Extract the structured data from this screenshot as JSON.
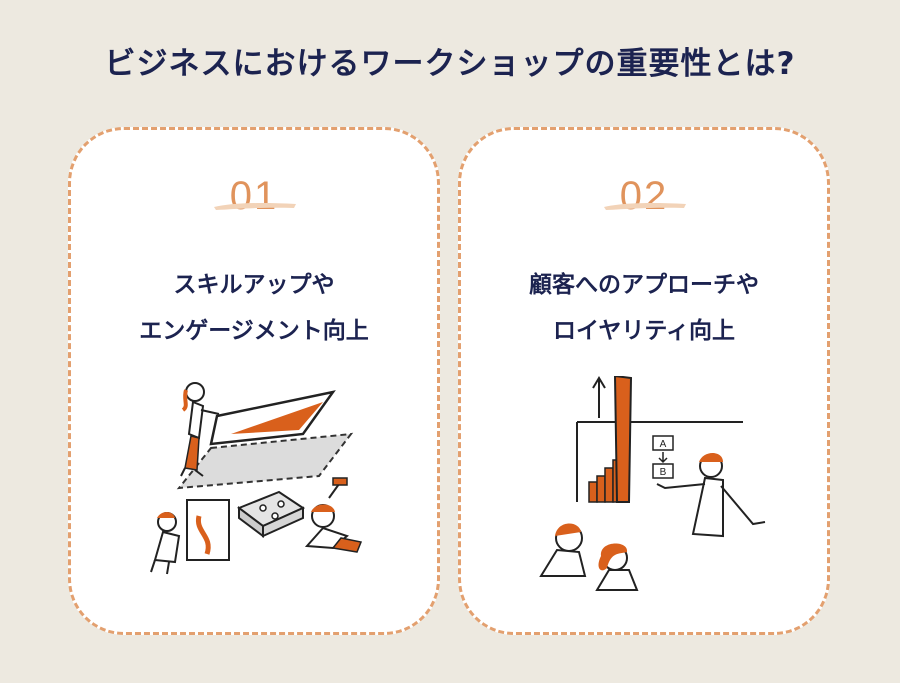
{
  "page": {
    "title": "ビジネスにおけるワークショップの重要性とは?"
  },
  "cards": [
    {
      "number": "01",
      "heading_line1": "スキルアップや",
      "heading_line2": "エンゲージメント向上",
      "illustration_icon": "team-building-illustration"
    },
    {
      "number": "02",
      "heading_line1": "顧客へのアプローチや",
      "heading_line2": "ロイヤリティ向上",
      "illustration_icon": "presentation-growth-chart-illustration"
    }
  ],
  "diagram_labels": {
    "box_a": "A",
    "box_b": "B"
  },
  "colors": {
    "background": "#ede9e0",
    "title": "#1c2350",
    "accent": "#e0935c",
    "illustration_orange": "#d9601c",
    "card_border": "#e3a06f"
  }
}
